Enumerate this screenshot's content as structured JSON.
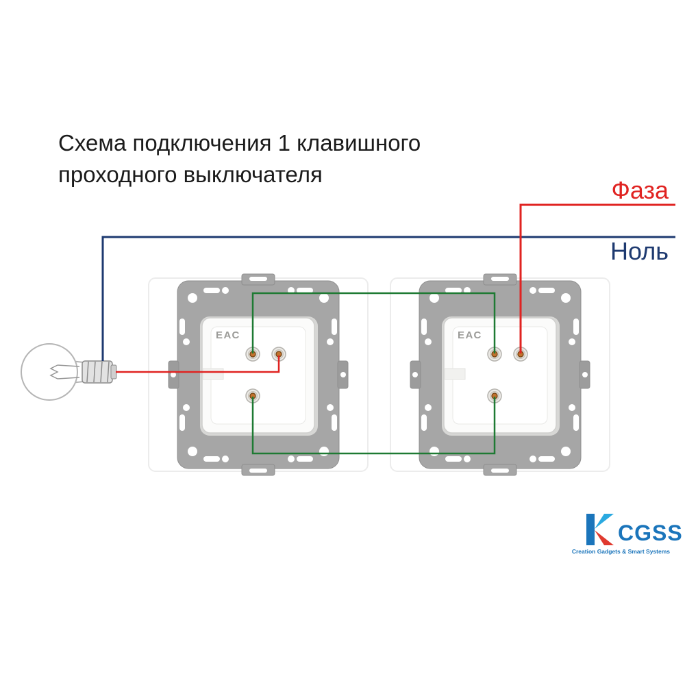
{
  "title": {
    "line1": "Схема подключения 1 клавишного",
    "line2": "проходного выключателя"
  },
  "labels": {
    "phase": "Фаза",
    "neutral": "Ноль"
  },
  "switches": {
    "left": {
      "cert_mark": "ЕАС"
    },
    "right": {
      "cert_mark": "ЕАС"
    }
  },
  "logo": {
    "name": "CGSS",
    "tagline": "Creation Gadgets & Smart Systems"
  },
  "colors": {
    "phase": "#e02321",
    "neutral": "#1e3a70",
    "traveler": "#1e7a33",
    "logo_blue": "#1b75bb",
    "logo_red": "#e03a2f",
    "logo_cyan": "#2aa9e0",
    "title_text": "#1b1b1b"
  }
}
